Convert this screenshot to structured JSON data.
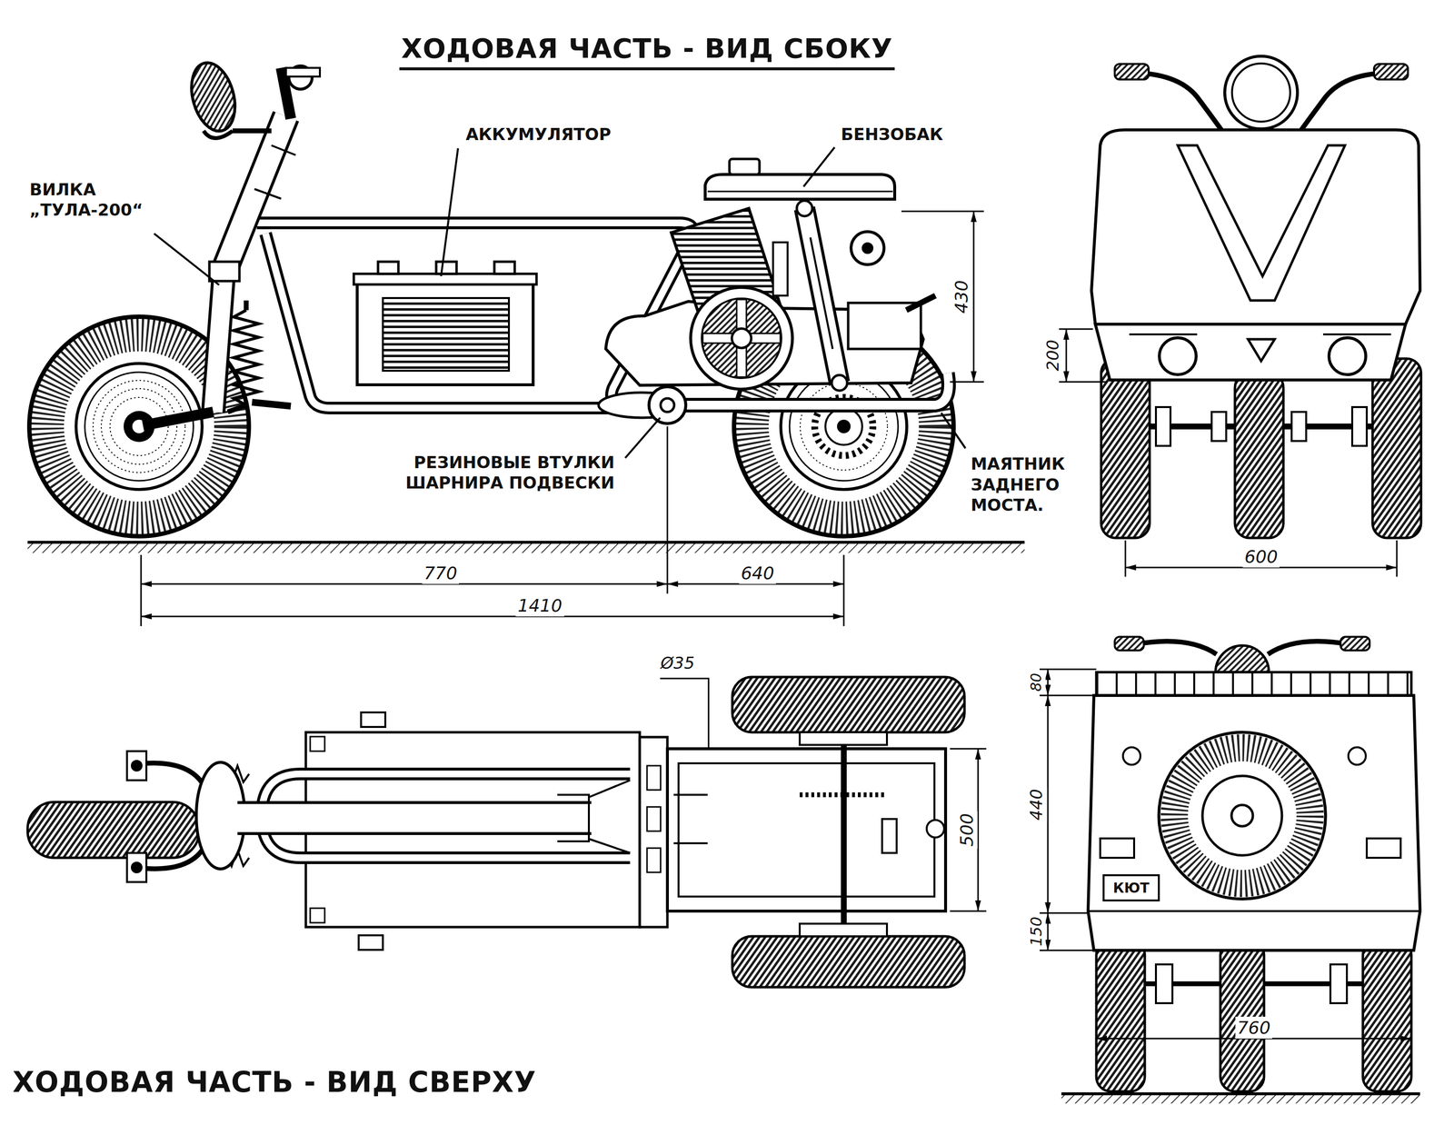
{
  "diagram": {
    "title": "ХОДОВАЯ ЧАСТЬ - ВИД СБОКУ",
    "labels": [
      "ВИЛКА „ТУЛА-200“",
      "АККУМУЛЯТОР",
      "БЕНЗОБАК",
      "430",
      "200",
      "РЕЗИНОВЫЕ ВТУЛКИ ШАРНИРА ПОДВЕСКИ",
      "МАЯТНИК ЗАДНЕГО МОСТА.",
      "770",
      "640",
      "1410",
      "600",
      "Ø35",
      "500",
      "80",
      "440",
      "150",
      "760",
      "КЮТ",
      "ХОДОВАЯ ЧАСТЬ - ВИД СВЕРХУ"
    ]
  }
}
